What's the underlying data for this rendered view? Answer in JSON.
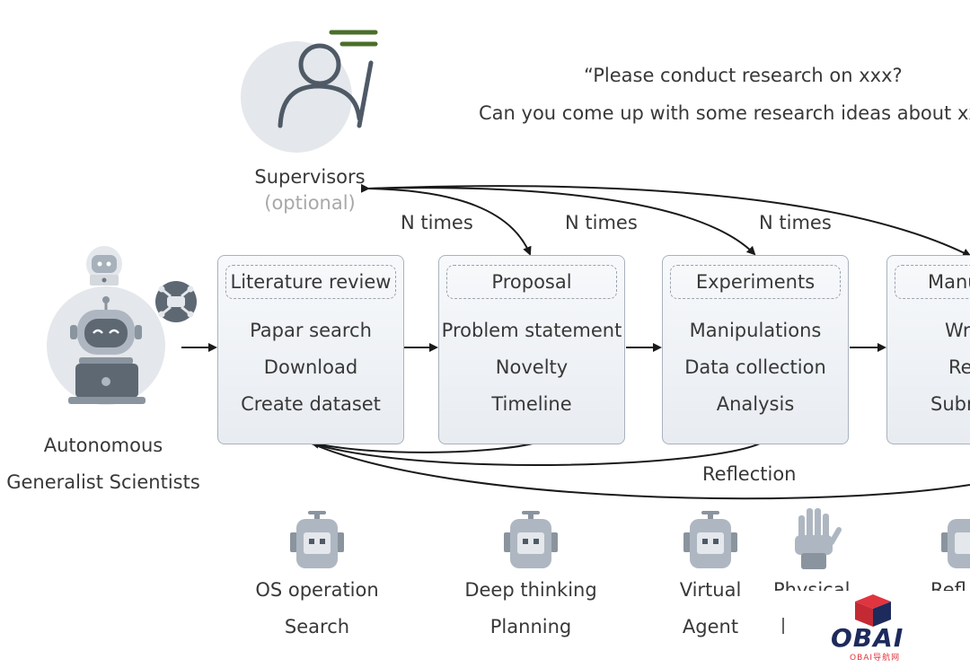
{
  "prompt": {
    "line1": "“Please conduct research on xxx?",
    "line2": "Can you come up with some research ideas about xxx"
  },
  "supervisor": {
    "label": "Supervisors",
    "sublabel": "(optional)"
  },
  "agent": {
    "line1": "Autonomous",
    "line2": "Generalist Scientists"
  },
  "loops": {
    "n1": "N times",
    "n2": "N times",
    "n3": "N times",
    "reflection": "Reflection"
  },
  "stages": [
    {
      "title": "Literature review",
      "items": [
        "Papar search",
        "Download",
        "Create dataset"
      ]
    },
    {
      "title": "Proposal",
      "items": [
        "Problem statement",
        "Novelty",
        "Timeline"
      ]
    },
    {
      "title": "Experiments",
      "items": [
        "Manipulations",
        "Data collection",
        "Analysis"
      ]
    },
    {
      "title": "Manu",
      "items": [
        "Wr",
        "Re",
        "Subm"
      ]
    }
  ],
  "tools": [
    {
      "line1": "OS operation",
      "line2": "Search"
    },
    {
      "line1": "Deep thinking",
      "line2": "Planning"
    },
    {
      "line1": "Virtual",
      "line2": "Agent"
    },
    {
      "line1": "Physical",
      "line2": ""
    },
    {
      "line1": "Refl",
      "line2": ""
    }
  ],
  "watermark": {
    "brand": "OBAI",
    "sub": "OBAI导航网"
  },
  "colors": {
    "accent_green": "#4a6e2a",
    "box_border": "#a9b2bd",
    "robot_gray": "#8a949e",
    "watermark_red": "#e0343f",
    "watermark_navy": "#1d2a5c"
  }
}
